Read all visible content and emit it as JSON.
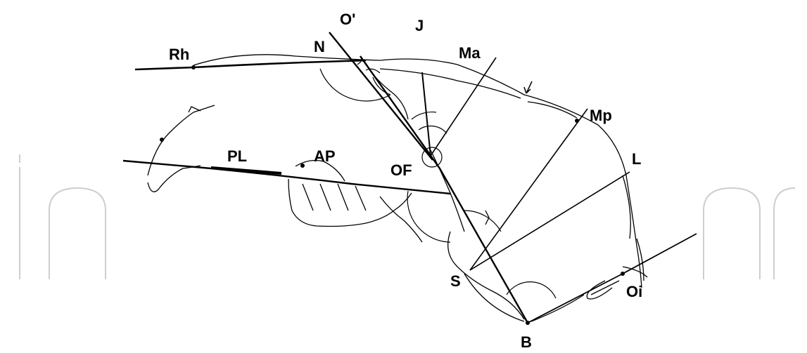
{
  "diagram": {
    "labels": {
      "O_prime": "O'",
      "J": "J",
      "Rh": "Rh",
      "N": "N",
      "Ma": "Ma",
      "Mp": "Mp",
      "L": "L",
      "PL": "PL",
      "AP": "AP",
      "OF": "OF",
      "S": "S",
      "B": "B",
      "Oi": "Oi"
    },
    "watermark": "IntechOpen",
    "colors": {
      "ink": "#000000",
      "watermark": "#c9c9c9"
    }
  }
}
